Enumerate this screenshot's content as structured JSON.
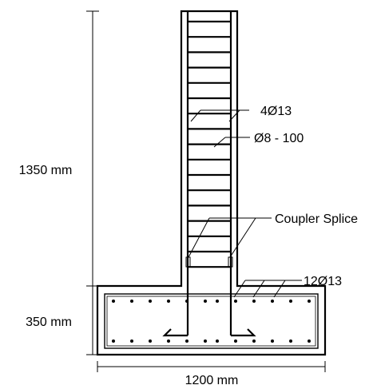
{
  "labels": {
    "column_height": "1350 mm",
    "footing_height": "350 mm",
    "footing_width": "1200 mm",
    "vertical_bars": "4Ø13",
    "stirrups": "Ø8 - 100",
    "coupler": "Coupler Splice",
    "footing_bars": "12Ø13"
  },
  "colors": {
    "line": "#000000",
    "background": "#ffffff"
  }
}
